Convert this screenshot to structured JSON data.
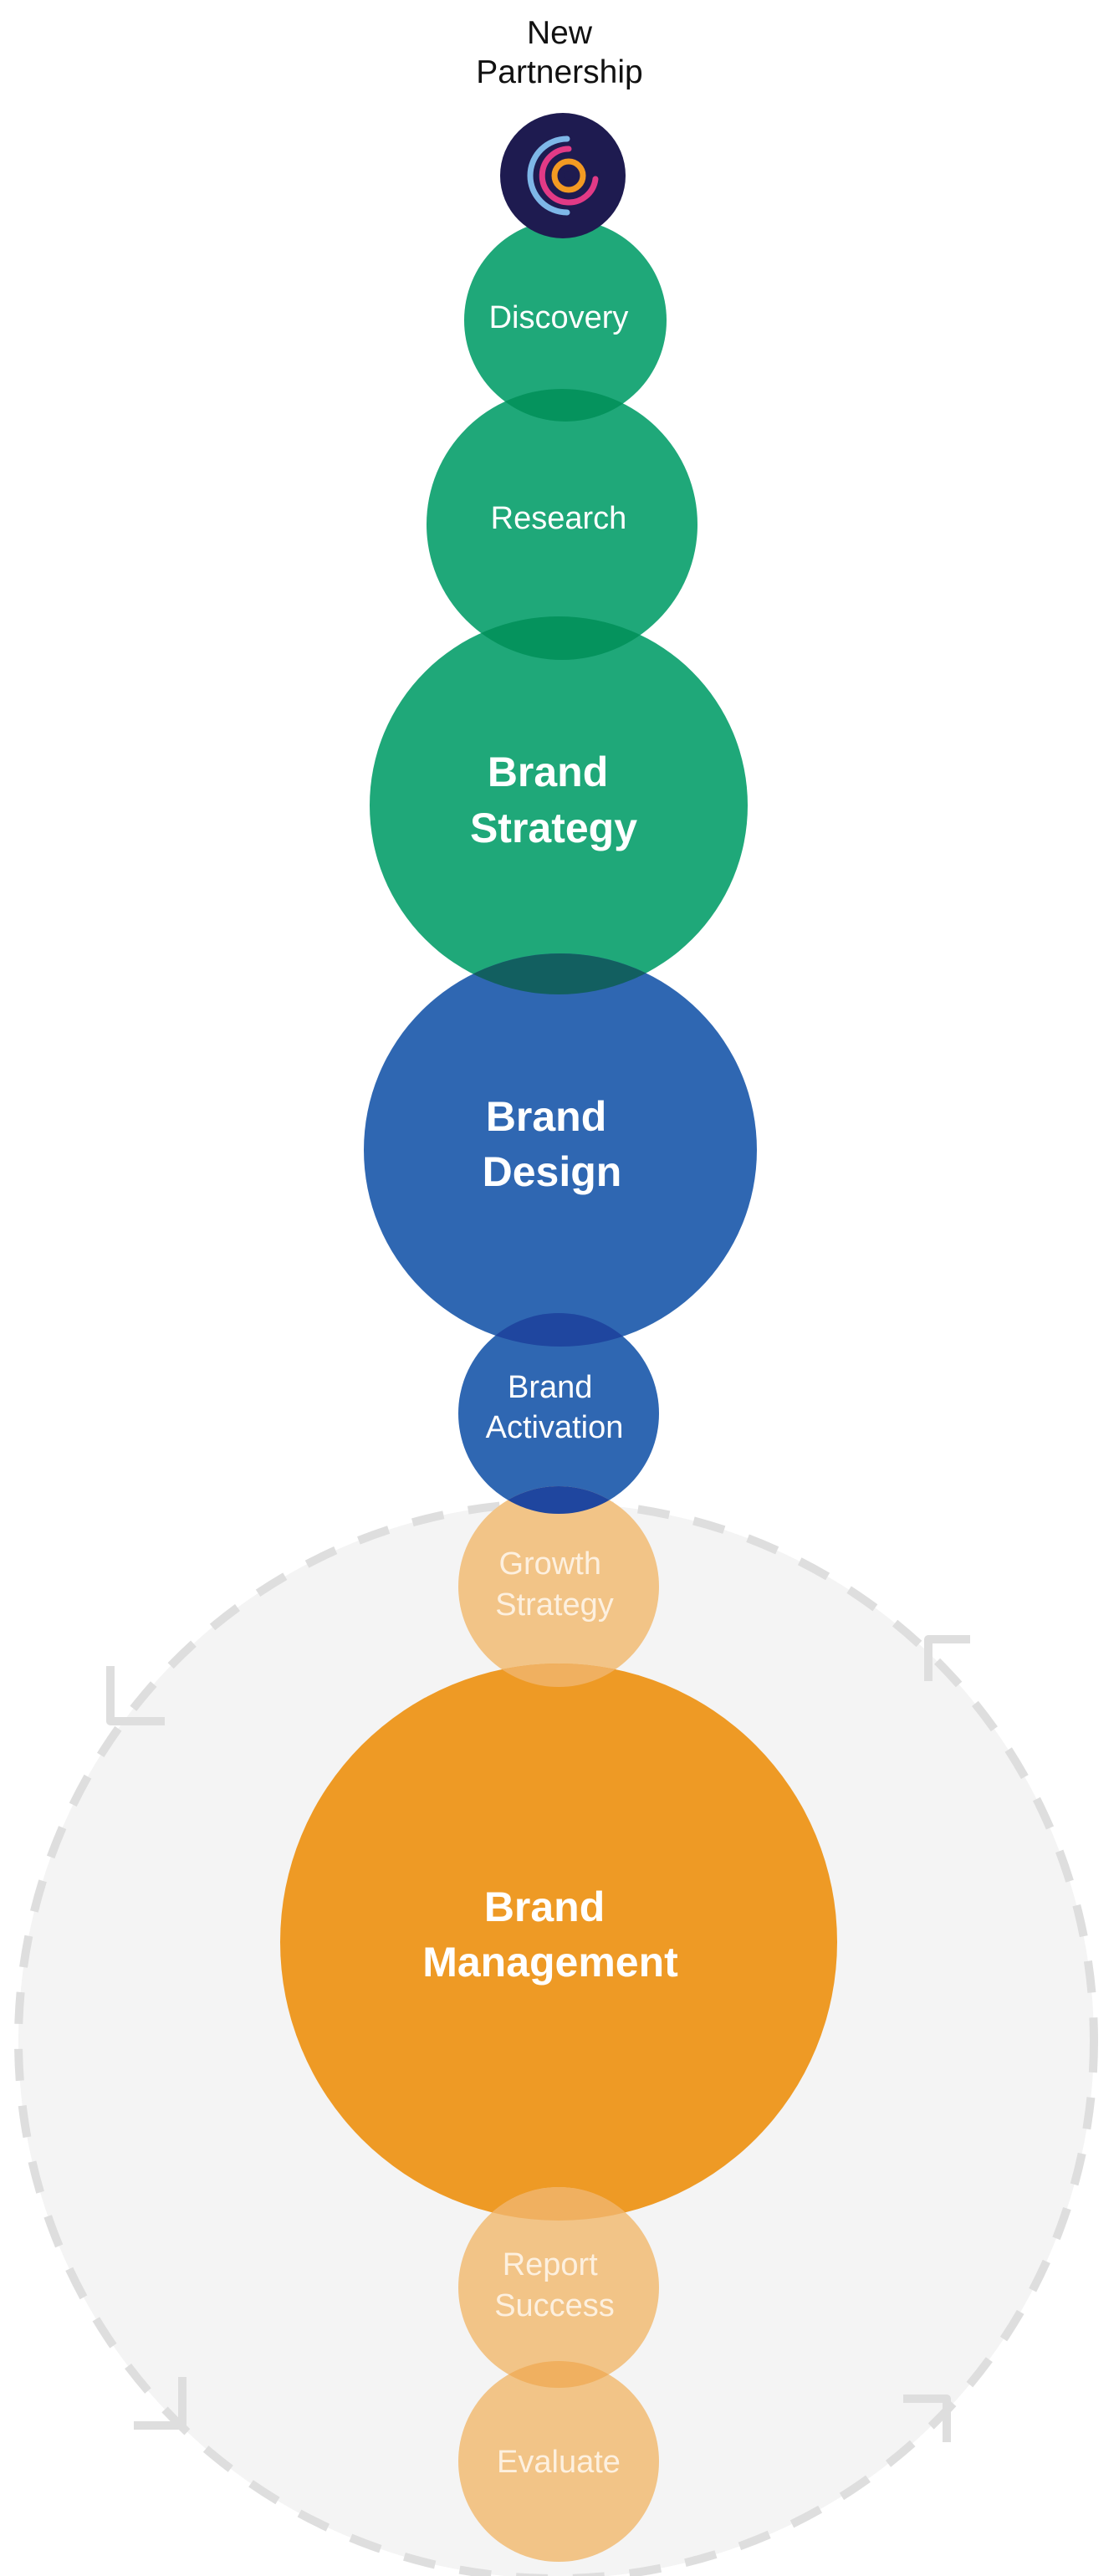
{
  "start": {
    "line1": "New",
    "line2": "Partnership"
  },
  "colors": {
    "green": "#1fa879",
    "green_overlap": "#05935d",
    "blue": "#2f67b2",
    "blue_overlap": "#1f469f",
    "light_orange": "#f2c487",
    "orange": "#ee9a25",
    "orange_overlap": "#f0b060",
    "logo_bg": "#1e1b50",
    "cycle_bg": "#f4f4f4",
    "cycle_dash": "#dedede",
    "text_on_circle": "#ffffff",
    "text_on_light": "#fdf0df"
  },
  "logo": {
    "icon": "concentric-rings-icon"
  },
  "stages": [
    {
      "id": "discovery",
      "lines": [
        "Discovery"
      ],
      "bold": false
    },
    {
      "id": "research",
      "lines": [
        "Research"
      ],
      "bold": false
    },
    {
      "id": "brand-strategy",
      "lines": [
        "Brand",
        "Strategy"
      ],
      "bold": true
    },
    {
      "id": "brand-design",
      "lines": [
        "Brand",
        "Design"
      ],
      "bold": true
    },
    {
      "id": "brand-activation",
      "lines": [
        "Brand",
        "Activation"
      ],
      "bold": false
    },
    {
      "id": "growth-strategy",
      "lines": [
        "Growth",
        "Strategy"
      ],
      "bold": false
    },
    {
      "id": "brand-management",
      "lines": [
        "Brand",
        "Management"
      ],
      "bold": true
    },
    {
      "id": "report-success",
      "lines": [
        "Report",
        "Success"
      ],
      "bold": false
    },
    {
      "id": "evaluate",
      "lines": [
        "Evaluate"
      ],
      "bold": false
    }
  ],
  "cycle": {
    "arrows": [
      "arrow-upper-left-icon",
      "arrow-upper-right-icon",
      "arrow-lower-left-icon",
      "arrow-lower-right-icon"
    ]
  }
}
